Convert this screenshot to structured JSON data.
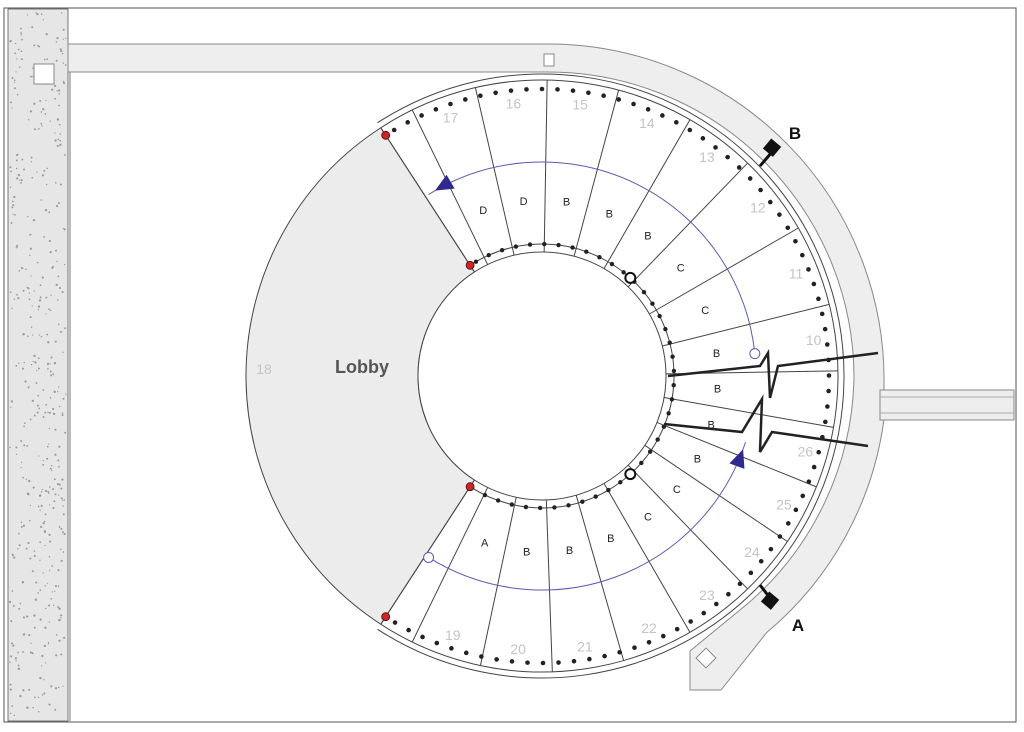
{
  "plan": {
    "lobby": {
      "label": "Lobby",
      "number": "18"
    },
    "callouts": {
      "top": "B",
      "bottom": "A"
    },
    "upper_flight": [
      {
        "number": "10",
        "type": "B"
      },
      {
        "number": "11",
        "type": "C"
      },
      {
        "number": "12",
        "type": "C"
      },
      {
        "number": "13",
        "type": "B"
      },
      {
        "number": "14",
        "type": "B"
      },
      {
        "number": "15",
        "type": "B"
      },
      {
        "number": "16",
        "type": "D"
      },
      {
        "number": "17",
        "type": "D"
      }
    ],
    "lower_flight": [
      {
        "number": "19",
        "type": "A"
      },
      {
        "number": "20",
        "type": "B"
      },
      {
        "number": "21",
        "type": "B"
      },
      {
        "number": "22",
        "type": "B"
      },
      {
        "number": "23",
        "type": "C"
      },
      {
        "number": "24",
        "type": "C"
      },
      {
        "number": "25",
        "type": "B"
      },
      {
        "number": "26",
        "type": "B"
      }
    ],
    "partial_tread_type": "B",
    "colors": {
      "post_red": "#c62828",
      "arrow_blue": "#2e2a8f",
      "walkline_blue": "#5a5ab5",
      "lobby_fill": "#ececec",
      "wall_fill": "#eeeeee",
      "outline": "#444444"
    }
  }
}
